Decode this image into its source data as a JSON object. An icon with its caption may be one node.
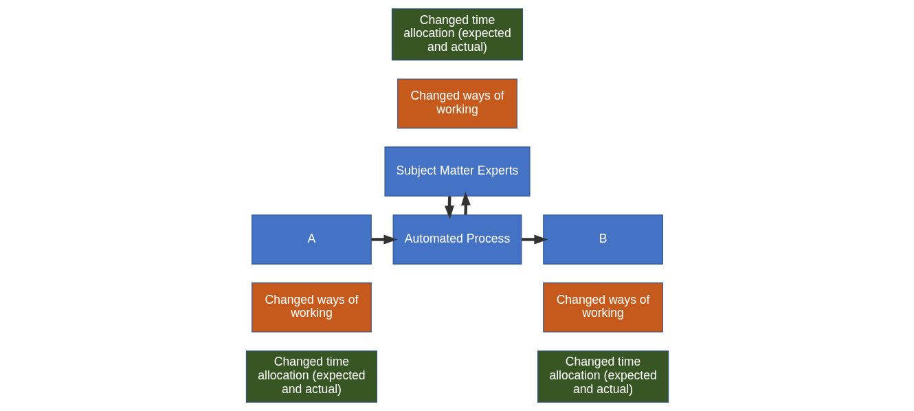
{
  "diagram": {
    "nodes": [
      {
        "text": [
          "Subject Matter Experts"
        ]
      },
      {
        "text": [
          "Changed ways of working"
        ]
      },
      {
        "text": [
          "Changed time allocation (expected and actual)"
        ]
      },
      {
        "text": [
          "A"
        ]
      },
      {
        "text": [
          "Automated Process"
        ]
      },
      {
        "text": [
          "B"
        ]
      },
      {
        "text": [
          "Changed ways of working"
        ]
      },
      {
        "text": [
          "Changed time allocation (expected and actual)"
        ]
      },
      {
        "text": [
          "Changed ways of working"
        ]
      },
      {
        "text": [
          "Changed time allocation (expected and actual)"
        ]
      }
    ],
    "edges": [
      {
        "from": 3,
        "to": 4,
        "arrow": "to"
      },
      {
        "from": 4,
        "to": 5,
        "arrow": "to"
      },
      {
        "from": 4,
        "to": 0,
        "arrow": "to"
      },
      {
        "from": 0,
        "to": 4,
        "arrow": "to"
      }
    ]
  }
}
